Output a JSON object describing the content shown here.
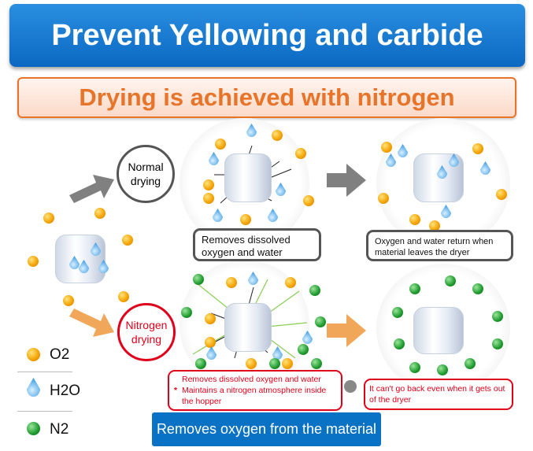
{
  "title": "Prevent Yellowing and carbide",
  "subtitle": "Drying is achieved with nitrogen",
  "normal": {
    "label": "Normal\ndrying",
    "note_during": "Removes dissolved oxygen and water",
    "note_after": "Oxygen and water return when material leaves the dryer"
  },
  "nitrogen": {
    "label": "Nitrogen\ndrying",
    "note_during_1": "Removes dissolved oxygen and water",
    "note_during_mark": "*",
    "note_during_2": "Maintains a nitrogen atmosphere inside the hopper",
    "note_after": "It can't go back even when it gets out of the dryer"
  },
  "legend": [
    {
      "label": "O2",
      "icon": "oxygen-molecule"
    },
    {
      "label": "H2O",
      "icon": "water-drop"
    },
    {
      "label": "N2",
      "icon": "nitrogen-molecule"
    }
  ],
  "footer_banner": "Removes oxygen from the material",
  "colors": {
    "title_blue": "#0b68c2",
    "accent_orange": "#e8742a",
    "alert_red": "#e0001a",
    "arrow_gray": "#808080",
    "arrow_orange": "#f0a75a"
  }
}
